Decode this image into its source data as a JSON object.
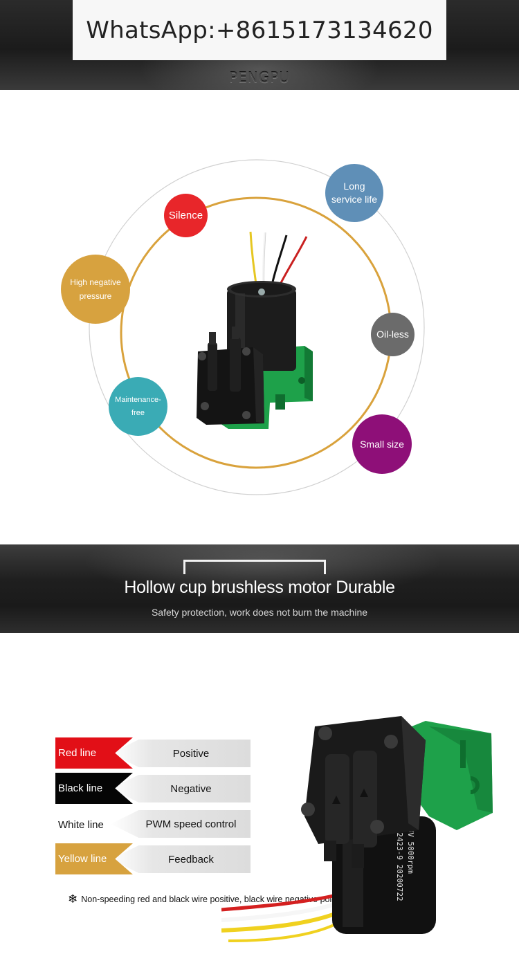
{
  "header": {
    "contact": "WhatsApp:+8615173134620",
    "brand": "PENGPU"
  },
  "features": {
    "items": [
      {
        "key": "silence",
        "label": "Silence",
        "color": "#e8262a"
      },
      {
        "key": "long-service-life",
        "label": "Long service life",
        "color": "#5f8fb7"
      },
      {
        "key": "high-negative-pressure",
        "label": "High negative pressure",
        "color": "#d7a23f"
      },
      {
        "key": "oil-less",
        "label": "Oil-less",
        "color": "#6b6b6b"
      },
      {
        "key": "maintenance-free",
        "label": "Maintenance-free",
        "color": "#3aabb5"
      },
      {
        "key": "small-size",
        "label": "Small size",
        "color": "#8e0f78"
      }
    ],
    "ring_color": "#d9a23c"
  },
  "banner": {
    "title": "Hollow cup brushless motor  Durable",
    "subtitle": "Safety protection, work does not burn the machine"
  },
  "wiring": {
    "rows": [
      {
        "line": "Red line",
        "meaning": "Positive",
        "color": "#e20f17"
      },
      {
        "line": "Black line",
        "meaning": "Negative",
        "color": "#050505"
      },
      {
        "line": "White line",
        "meaning": "PWM speed control",
        "color": "#ffffff"
      },
      {
        "line": "Yellow line",
        "meaning": "Feedback",
        "color": "#d7a23f"
      }
    ],
    "note": "Non-speeding red and black wire positive, black wire negative pole",
    "note_icon": "snowflake-icon"
  },
  "motor_label": {
    "line1": "24V 5000rpm",
    "line2": "BL2423-9 20200722"
  }
}
